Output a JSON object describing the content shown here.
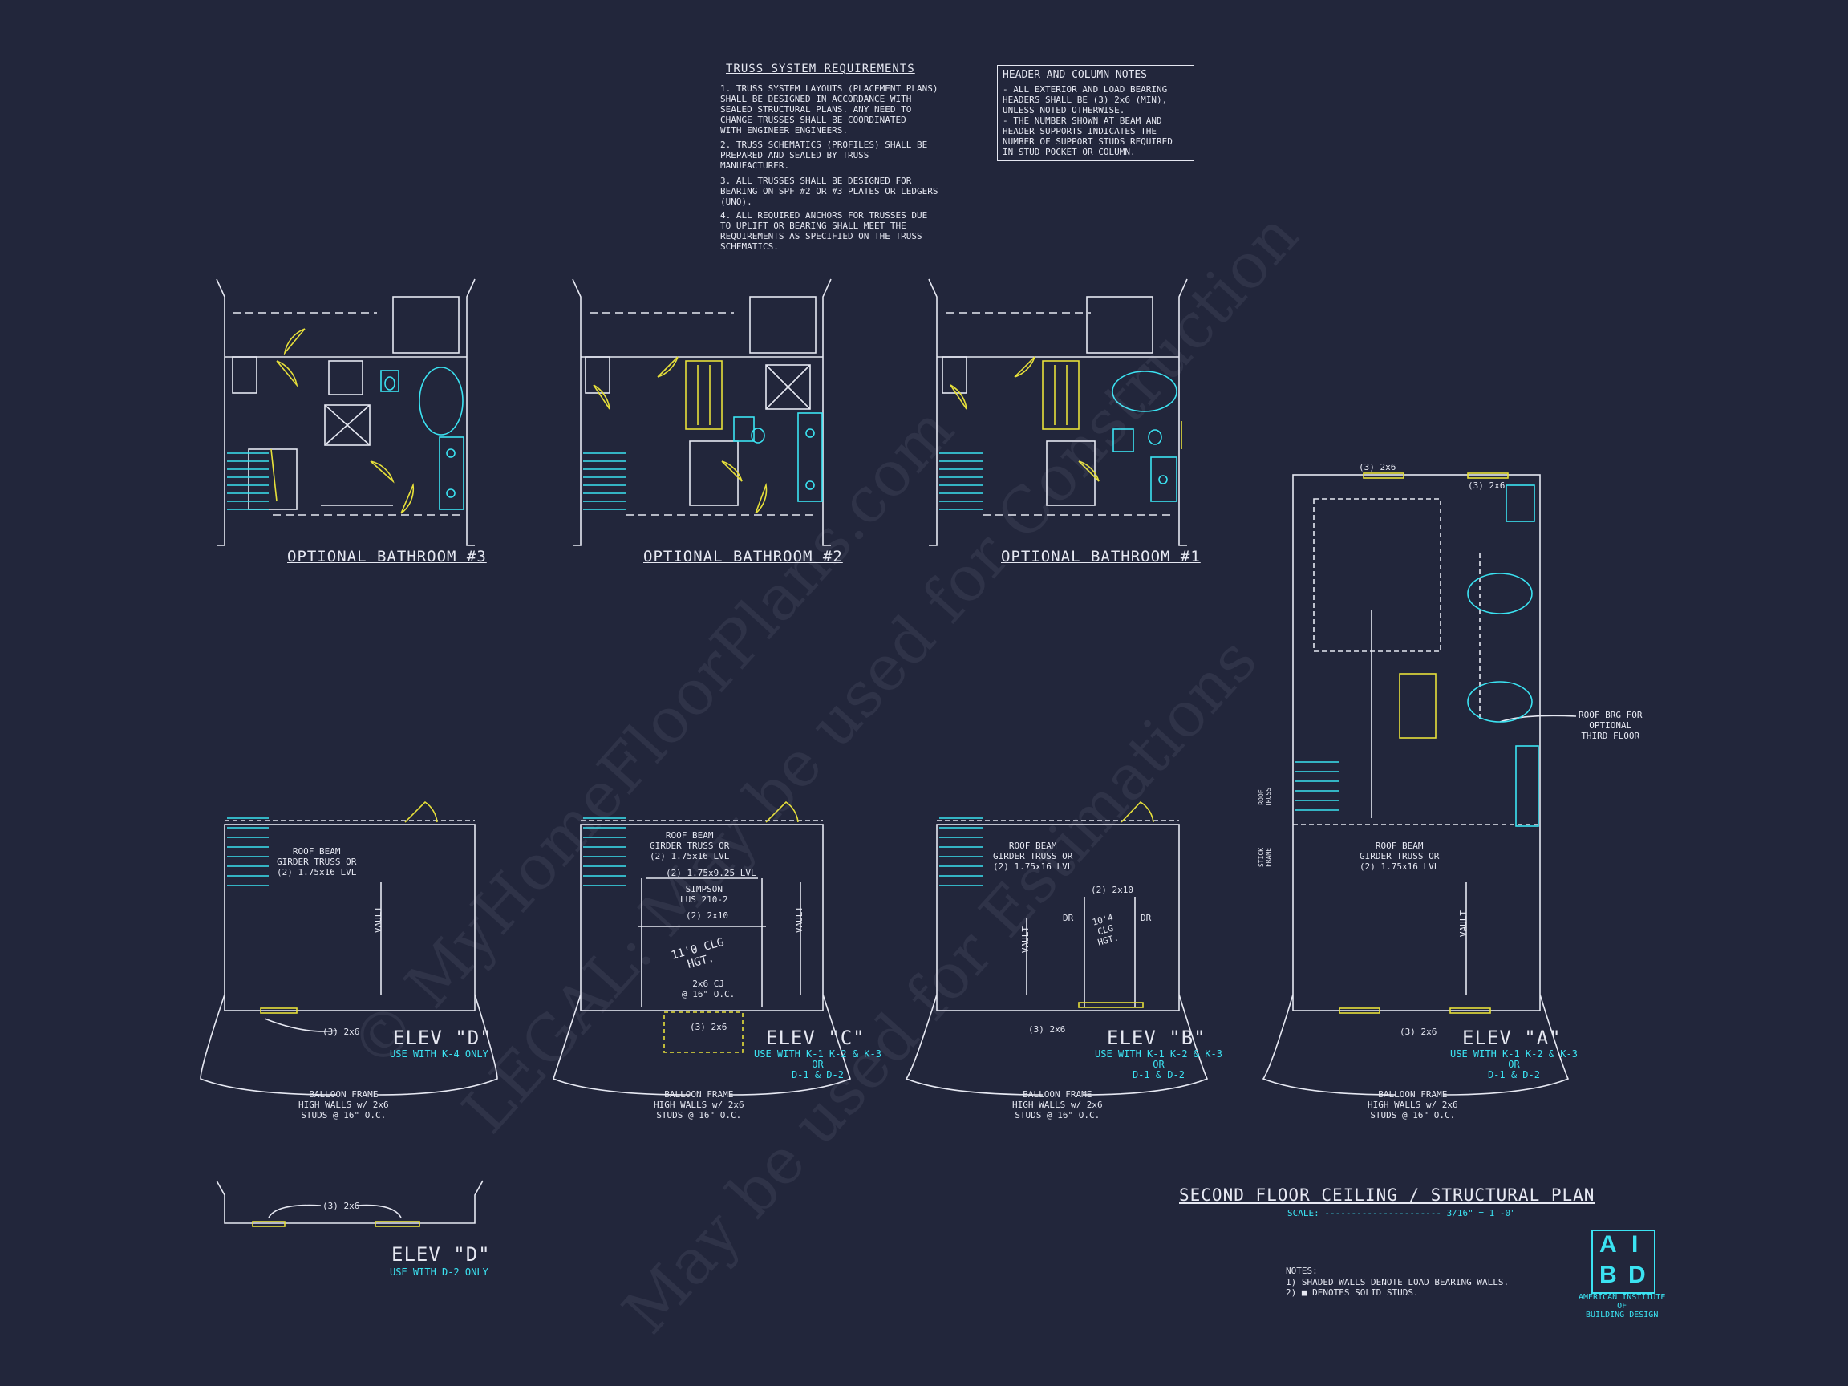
{
  "truss_notes": {
    "title": "TRUSS SYSTEM REQUIREMENTS",
    "items": [
      "1. TRUSS SYSTEM LAYOUTS (PLACEMENT PLANS)\nSHALL BE DESIGNED IN ACCORDANCE WITH\nSEALED STRUCTURAL PLANS. ANY NEED TO\nCHANGE TRUSSES SHALL BE COORDINATED\nWITH ENGINEER ENGINEERS.",
      "2. TRUSS SCHEMATICS (PROFILES) SHALL BE\nPREPARED AND SEALED BY TRUSS\nMANUFACTURER.",
      "3. ALL TRUSSES SHALL BE DESIGNED FOR\nBEARING ON SPF #2 OR #3 PLATES OR LEDGERS\n(UNO).",
      "4. ALL REQUIRED ANCHORS FOR TRUSSES DUE\nTO UPLIFT OR BEARING SHALL MEET THE\nREQUIREMENTS AS SPECIFIED ON THE TRUSS\nSCHEMATICS."
    ]
  },
  "header_notes": {
    "title": "HEADER AND COLUMN NOTES",
    "body": "- ALL EXTERIOR AND LOAD BEARING\nHEADERS SHALL BE (3) 2x6 (MIN),\nUNLESS NOTED OTHERWISE.\n- THE NUMBER SHOWN AT BEAM AND\nHEADER SUPPORTS INDICATES THE\nNUMBER OF SUPPORT STUDS REQUIRED\nIN STUD POCKET OR COLUMN."
  },
  "bathrooms": [
    {
      "title": "OPTIONAL BATHROOM #3"
    },
    {
      "title": "OPTIONAL BATHROOM #2"
    },
    {
      "title": "OPTIONAL BATHROOM #1"
    }
  ],
  "elevations": [
    {
      "label": "ELEV \"D\"",
      "use": "USE WITH K-4 ONLY",
      "roof_beam": "ROOF BEAM\nGIRDER TRUSS OR\n(2) 1.75x16 LVL",
      "header": "(3) 2x6"
    },
    {
      "label": "ELEV \"C\"",
      "use": "USE WITH K-1 K-2 & K-3\nOR\nD-1 & D-2",
      "roof_beam": "ROOF BEAM\nGIRDER TRUSS OR\n(2) 1.75x16 LVL",
      "header": "(3) 2x6"
    },
    {
      "label": "ELEV \"B\"",
      "use": "USE WITH K-1 K-2 & K-3\nOR\nD-1 & D-2",
      "roof_beam": "ROOF BEAM\nGIRDER TRUSS OR\n(2) 1.75x16 LVL",
      "header": "(3) 2x6"
    },
    {
      "label": "ELEV \"A\"",
      "use": "USE WITH K-1 K-2 & K-3\nOR\nD-1 & D-2",
      "roof_beam": "ROOF BEAM\nGIRDER TRUSS OR\n(2) 1.75x16 LVL",
      "header": "(3) 2x6"
    }
  ],
  "balloon_frame": "BALLOON FRAME\nHIGH WALLS w/ 2x6\nSTUDS @ 16\" O.C.",
  "vault": "VAULT",
  "elev_c_extra": {
    "lvl": "(2) 1.75x9.25 LVL",
    "simpson": "SIMPSON\nLUS 210-2",
    "joist": "(2) 2x10",
    "clg": "11'0 CLG\nHGT.",
    "cj": "2x6 CJ\n@ 16\" O.C.",
    "hdr": "(3) 2x6"
  },
  "elev_b_extra": {
    "joist": "(2) 2x10",
    "dr": "DR",
    "clg": "10'4\nCLG\nHGT."
  },
  "elev_a_extra": {
    "roof_brg": "ROOF BRG FOR\nOPTIONAL\nTHIRD FLOOR",
    "roof_truss": "ROOF\nTRUSS",
    "stick_frame": "STICK\nFRAME",
    "top_header": "(3) 2x6",
    "bath_header": "(3) 2x6"
  },
  "elev_d2": {
    "label": "ELEV \"D\"",
    "use": "USE WITH D-2 ONLY",
    "header": "(3) 2x6"
  },
  "plan_title": "SECOND FLOOR CEILING / STRUCTURAL PLAN",
  "scale": "SCALE: ---------------------- 3/16\" = 1'-0\"",
  "notes": {
    "title": "NOTES:",
    "items": [
      "1) SHADED WALLS DENOTE LOAD BEARING WALLS.",
      "2) ■ DENOTES SOLID STUDS."
    ]
  },
  "logo": {
    "letters": [
      "A",
      "I",
      "B",
      "D"
    ],
    "caption": "AMERICAN INSTITUTE\nOF\nBUILDING DESIGN"
  },
  "watermarks": [
    "© MyHomeFloorPlans.com",
    "LEGAL: May be used for Construction",
    "May be used for Estimations"
  ],
  "colors": {
    "background": "#22263b",
    "line": "#e6e8f2",
    "fixture": "#3be3f2",
    "door": "#e7e03a"
  }
}
